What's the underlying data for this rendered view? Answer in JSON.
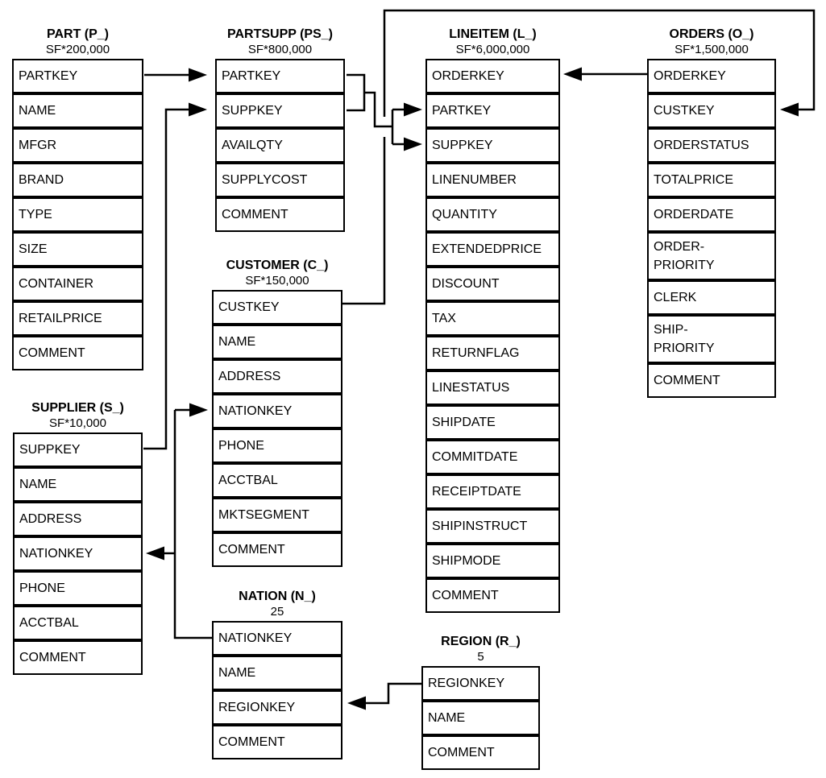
{
  "diagram": {
    "colors": {
      "line": "#000000",
      "background": "#ffffff",
      "box_fill": "#ffffff"
    },
    "tables": [
      {
        "name": "PART (P_)",
        "cardinality": "SF*200,000",
        "fields": [
          "PARTKEY",
          "NAME",
          "MFGR",
          "BRAND",
          "TYPE",
          "SIZE",
          "CONTAINER",
          "RETAILPRICE",
          "COMMENT"
        ]
      },
      {
        "name": "PARTSUPP (PS_)",
        "cardinality": "SF*800,000",
        "fields": [
          "PARTKEY",
          "SUPPKEY",
          "AVAILQTY",
          "SUPPLYCOST",
          "COMMENT"
        ]
      },
      {
        "name": "LINEITEM (L_)",
        "cardinality": "SF*6,000,000",
        "fields": [
          "ORDERKEY",
          "PARTKEY",
          "SUPPKEY",
          "LINENUMBER",
          "QUANTITY",
          "EXTENDEDPRICE",
          "DISCOUNT",
          "TAX",
          "RETURNFLAG",
          "LINESTATUS",
          "SHIPDATE",
          "COMMITDATE",
          "RECEIPTDATE",
          "SHIPINSTRUCT",
          "SHIPMODE",
          "COMMENT"
        ]
      },
      {
        "name": "ORDERS (O_)",
        "cardinality": "SF*1,500,000",
        "fields": [
          "ORDERKEY",
          "CUSTKEY",
          "ORDERSTATUS",
          "TOTALPRICE",
          "ORDERDATE",
          "ORDER-\nPRIORITY",
          "CLERK",
          "SHIP-\nPRIORITY",
          "COMMENT"
        ]
      },
      {
        "name": "CUSTOMER (C_)",
        "cardinality": "SF*150,000",
        "fields": [
          "CUSTKEY",
          "NAME",
          "ADDRESS",
          "NATIONKEY",
          "PHONE",
          "ACCTBAL",
          "MKTSEGMENT",
          "COMMENT"
        ]
      },
      {
        "name": "SUPPLIER (S_)",
        "cardinality": "SF*10,000",
        "fields": [
          "SUPPKEY",
          "NAME",
          "ADDRESS",
          "NATIONKEY",
          "PHONE",
          "ACCTBAL",
          "COMMENT"
        ]
      },
      {
        "name": "NATION (N_)",
        "cardinality": "25",
        "fields": [
          "NATIONKEY",
          "NAME",
          "REGIONKEY",
          "COMMENT"
        ]
      },
      {
        "name": "REGION (R_)",
        "cardinality": "5",
        "fields": [
          "REGIONKEY",
          "NAME",
          "COMMENT"
        ]
      }
    ],
    "relationships": [
      {
        "from": "PART.PARTKEY",
        "to": "PARTSUPP.PARTKEY"
      },
      {
        "from": "SUPPLIER.SUPPKEY",
        "to": "PARTSUPP.SUPPKEY"
      },
      {
        "from": "PARTSUPP.PARTKEY",
        "to": "LINEITEM.PARTKEY"
      },
      {
        "from": "PARTSUPP.SUPPKEY",
        "to": "LINEITEM.SUPPKEY"
      },
      {
        "from": "CUSTOMER.CUSTKEY",
        "to": "ORDERS.CUSTKEY"
      },
      {
        "from": "ORDERS.ORDERKEY",
        "to": "LINEITEM.ORDERKEY"
      },
      {
        "from": "NATION.NATIONKEY",
        "to": "CUSTOMER.NATIONKEY"
      },
      {
        "from": "NATION.NATIONKEY",
        "to": "SUPPLIER.NATIONKEY"
      },
      {
        "from": "REGION.REGIONKEY",
        "to": "NATION.REGIONKEY"
      }
    ]
  }
}
